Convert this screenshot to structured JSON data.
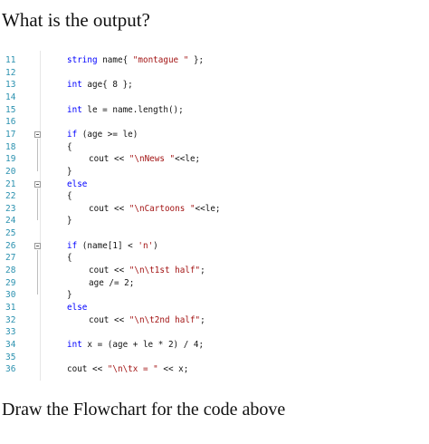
{
  "question": "What is the output?",
  "footer": "Draw the Flowchart for the code above",
  "colors": {
    "line_number": "#2b91af",
    "keyword": "#0000ff",
    "string": "#a31515",
    "plain": "#111111"
  },
  "editor": {
    "lines": [
      {
        "n": "11",
        "t": [
          [
            "ty",
            "string"
          ],
          [
            "p",
            " name{ "
          ],
          [
            "str",
            "\"montague \""
          ],
          [
            "p",
            " };"
          ]
        ]
      },
      {
        "n": "12",
        "t": []
      },
      {
        "n": "13",
        "t": [
          [
            "ty",
            "int"
          ],
          [
            "p",
            " age{ 8 };"
          ]
        ]
      },
      {
        "n": "14",
        "t": []
      },
      {
        "n": "15",
        "t": [
          [
            "ty",
            "int"
          ],
          [
            "p",
            " le = name.length();"
          ]
        ]
      },
      {
        "n": "16",
        "t": []
      },
      {
        "n": "17",
        "t": [
          [
            "kw",
            "if"
          ],
          [
            "p",
            " (age >= le)"
          ]
        ],
        "fold": true
      },
      {
        "n": "18",
        "t": [
          [
            "p",
            "{"
          ]
        ]
      },
      {
        "n": "19",
        "t": [
          [
            "p",
            "cout << "
          ],
          [
            "str",
            "\"\\nNews \""
          ],
          [
            "p",
            "<<le;"
          ]
        ],
        "indent": true
      },
      {
        "n": "20",
        "t": [
          [
            "p",
            "}"
          ]
        ]
      },
      {
        "n": "21",
        "t": [
          [
            "kw",
            "else"
          ]
        ],
        "fold": true
      },
      {
        "n": "22",
        "t": [
          [
            "p",
            "{"
          ]
        ]
      },
      {
        "n": "23",
        "t": [
          [
            "p",
            "cout << "
          ],
          [
            "str",
            "\"\\nCartoons \""
          ],
          [
            "p",
            "<<le;"
          ]
        ],
        "indent": true
      },
      {
        "n": "24",
        "t": [
          [
            "p",
            "}"
          ]
        ]
      },
      {
        "n": "25",
        "t": []
      },
      {
        "n": "26",
        "t": [
          [
            "kw",
            "if"
          ],
          [
            "p",
            " (name[1] < "
          ],
          [
            "str",
            "'n'"
          ],
          [
            "p",
            ")"
          ]
        ],
        "fold": true
      },
      {
        "n": "27",
        "t": [
          [
            "p",
            "{"
          ]
        ]
      },
      {
        "n": "28",
        "t": [
          [
            "p",
            "cout << "
          ],
          [
            "str",
            "\"\\n\\t1st half\""
          ],
          [
            "p",
            ";"
          ]
        ],
        "indent": true
      },
      {
        "n": "29",
        "t": [
          [
            "p",
            "age /= 2;"
          ]
        ],
        "indent": true
      },
      {
        "n": "30",
        "t": [
          [
            "p",
            "}"
          ]
        ]
      },
      {
        "n": "31",
        "t": [
          [
            "kw",
            "else"
          ]
        ]
      },
      {
        "n": "32",
        "t": [
          [
            "p",
            "cout << "
          ],
          [
            "str",
            "\"\\n\\t2nd half\""
          ],
          [
            "p",
            ";"
          ]
        ],
        "indent": true
      },
      {
        "n": "33",
        "t": []
      },
      {
        "n": "34",
        "t": [
          [
            "ty",
            "int"
          ],
          [
            "p",
            " x = (age + le * 2) / 4;"
          ]
        ]
      },
      {
        "n": "35",
        "t": []
      },
      {
        "n": "36",
        "t": [
          [
            "p",
            "cout << "
          ],
          [
            "str",
            "\"\\n\\tx = \""
          ],
          [
            "p",
            " << x;"
          ]
        ]
      }
    ]
  }
}
